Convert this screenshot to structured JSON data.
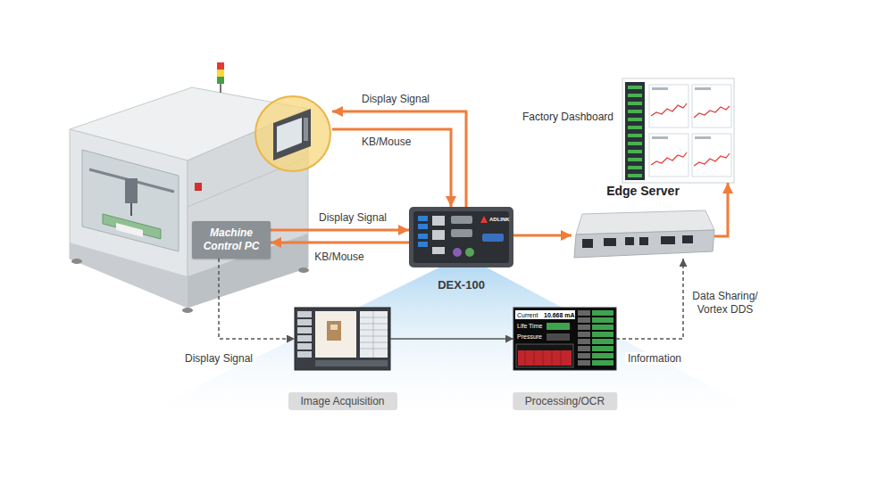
{
  "diagram": {
    "nodes": [
      {
        "text": [
          "Machine Control PC"
        ]
      },
      {
        "text": [
          "DEX-100"
        ]
      },
      {
        "text": [
          "Edge Server"
        ]
      },
      {
        "text": [
          "Factory Dashboard"
        ]
      },
      {
        "text": [
          "Image Acquisition"
        ]
      },
      {
        "text": [
          "Processing/OCR"
        ]
      }
    ],
    "edges": [
      {
        "from": 0,
        "to": 1,
        "arrow": "to",
        "label": "Display Signal"
      },
      {
        "from": 1,
        "to": 0,
        "arrow": "to",
        "label": "KB/Mouse"
      },
      {
        "from": 1,
        "to": 2,
        "arrow": "to"
      },
      {
        "from": 2,
        "to": 3,
        "arrow": "to"
      },
      {
        "from": 0,
        "to": 4,
        "arrow": "to",
        "label": "Display Signal"
      },
      {
        "from": 4,
        "to": 5,
        "arrow": "to"
      },
      {
        "from": 5,
        "to": 2,
        "arrow": "to",
        "label": "Information"
      }
    ],
    "labels": [
      "Display Signal",
      "KB/Mouse",
      "Data Sharing/ Vortex DDS",
      "ADLINK",
      "Current",
      "10.668 mA",
      "Life Time",
      "Pressure"
    ]
  }
}
